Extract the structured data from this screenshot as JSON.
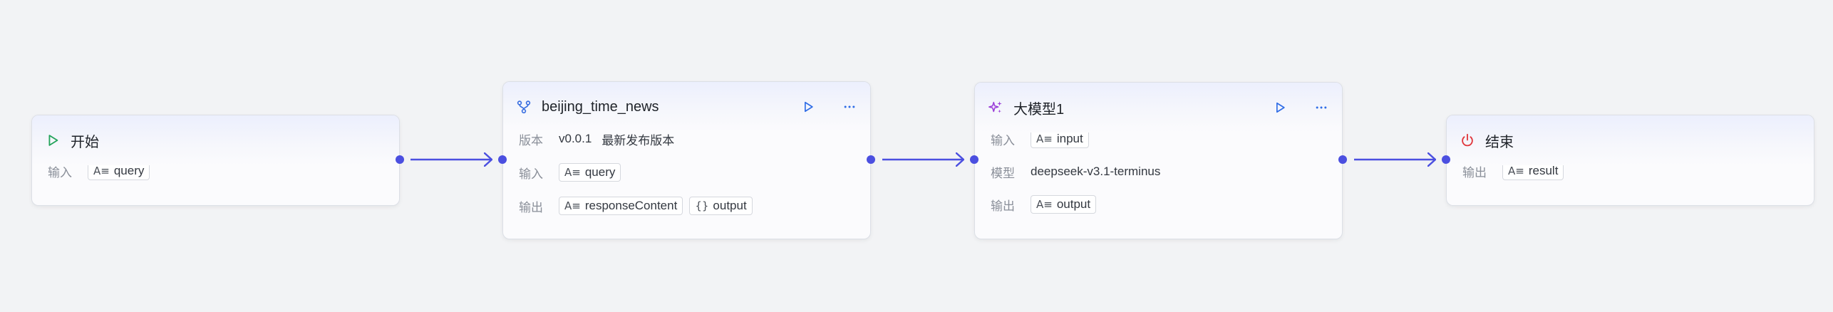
{
  "nodes": {
    "start": {
      "title": "开始",
      "rows": [
        {
          "label": "输入",
          "tags": [
            {
              "icon": "A≡",
              "text": "query"
            }
          ]
        }
      ]
    },
    "tool": {
      "title": "beijing_time_news",
      "version_label": "版本",
      "version_value": "v0.0.1",
      "version_note": "最新发布版本",
      "rows": [
        {
          "label": "输入",
          "tags": [
            {
              "icon": "A≡",
              "text": "query"
            }
          ]
        },
        {
          "label": "输出",
          "tags": [
            {
              "icon": "A≡",
              "text": "responseContent"
            },
            {
              "icon": "{}",
              "text": "output"
            }
          ]
        }
      ]
    },
    "llm": {
      "title": "大模型1",
      "input_label": "输入",
      "input_tag": {
        "icon": "A≡",
        "text": "input"
      },
      "model_label": "模型",
      "model_value": "deepseek-v3.1-terminus",
      "output_label": "输出",
      "output_tag": {
        "icon": "A≡",
        "text": "output"
      }
    },
    "end": {
      "title": "结束",
      "rows": [
        {
          "label": "输出",
          "tags": [
            {
              "icon": "A≡",
              "text": "result"
            }
          ]
        }
      ]
    }
  },
  "icons": {
    "start": "play-icon",
    "tool": "branch-icon",
    "llm": "sparkle-icon",
    "end": "power-icon",
    "run": "play-icon",
    "more": "more-icon"
  },
  "colors": {
    "accent": "#4b4fe0",
    "start_icon": "#23a35a",
    "tool_icon": "#3a6fe0",
    "llm_icon": "#9b3fd8",
    "end_icon": "#e0353a",
    "run_icon": "#2f6de6"
  }
}
